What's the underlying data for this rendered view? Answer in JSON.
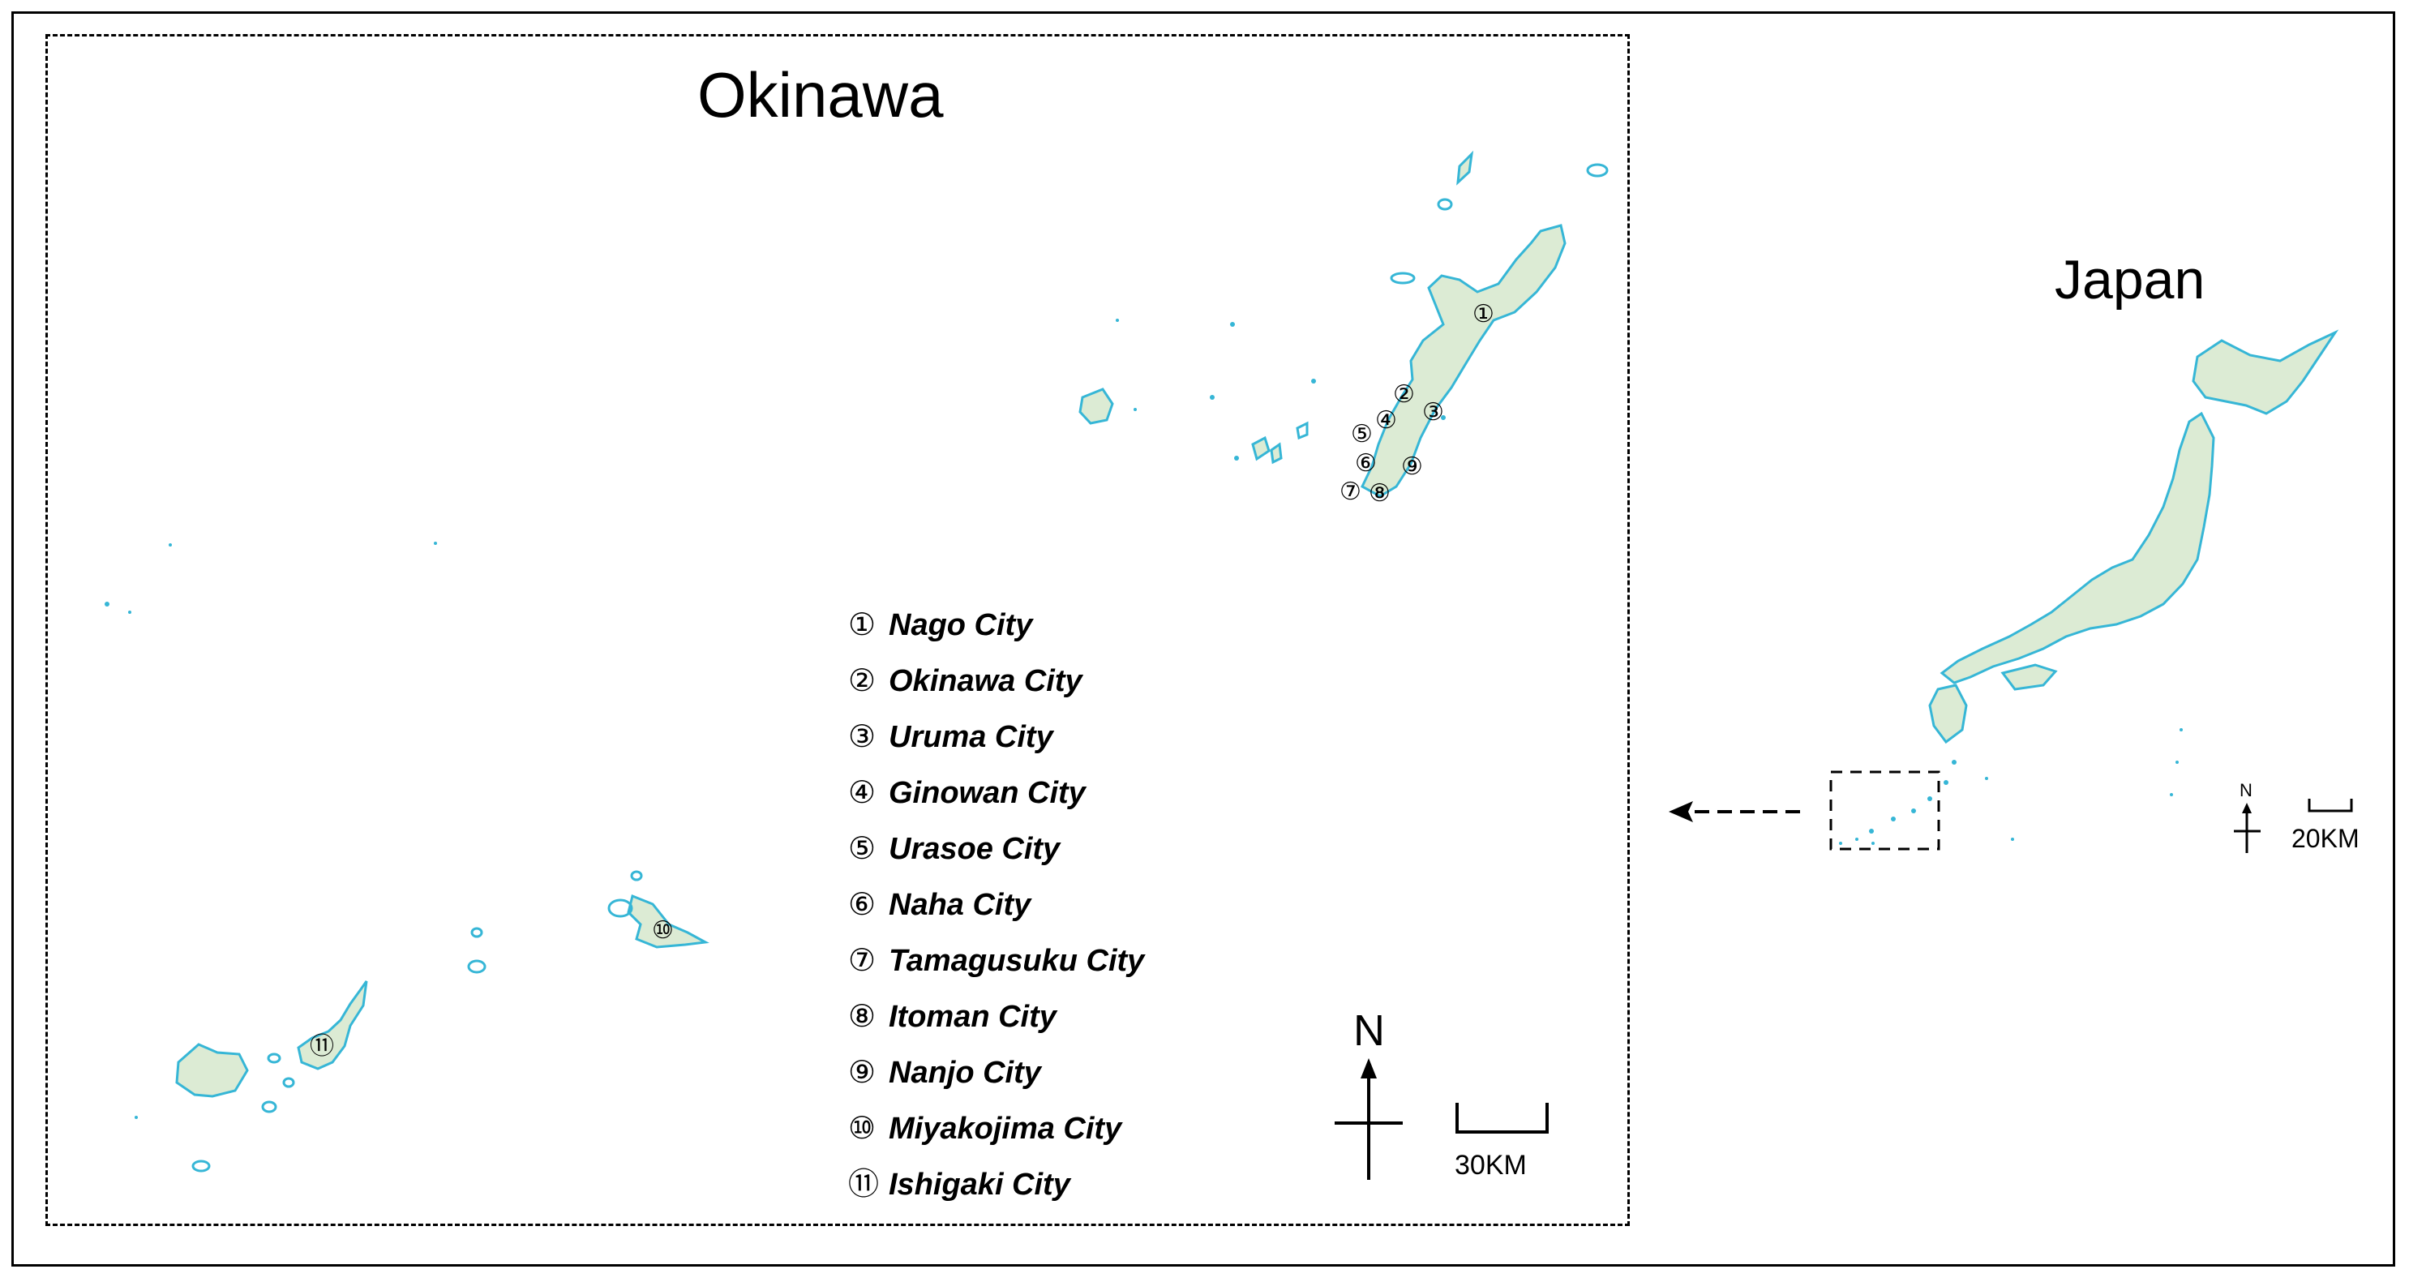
{
  "okinawa_title": "Okinawa",
  "japan_title": "Japan",
  "legend": [
    {
      "num": "①",
      "name": "Nago City"
    },
    {
      "num": "②",
      "name": "Okinawa City"
    },
    {
      "num": "③",
      "name": "Uruma City"
    },
    {
      "num": "④",
      "name": "Ginowan City"
    },
    {
      "num": "⑤",
      "name": "Urasoe City"
    },
    {
      "num": "⑥",
      "name": "Naha City"
    },
    {
      "num": "⑦",
      "name": "Tamagusuku City"
    },
    {
      "num": "⑧",
      "name": "Itoman City"
    },
    {
      "num": "⑨",
      "name": "Nanjo City"
    },
    {
      "num": "⑩",
      "name": "Miyakojima City"
    },
    {
      "num": "⑪",
      "name": "Ishigaki City"
    }
  ],
  "okinawa_compass": "N",
  "okinawa_scale": "30KM",
  "japan_compass": "N",
  "japan_scale": "20KM",
  "map_markers": [
    "①",
    "②",
    "③",
    "④",
    "⑤",
    "⑥",
    "⑦",
    "⑧",
    "⑨",
    "⑩",
    "⑪"
  ],
  "colors": {
    "land_fill": "#dcebd4",
    "coast": "#36b6d6",
    "border": "#000000"
  }
}
